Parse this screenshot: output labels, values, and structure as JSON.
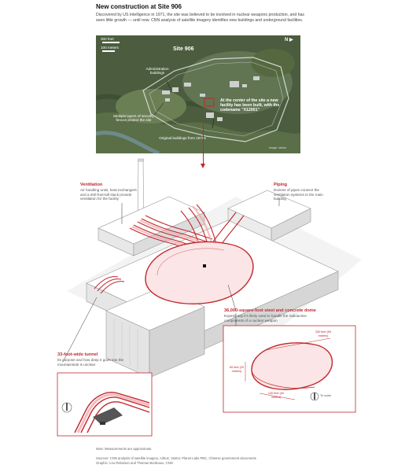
{
  "header": {
    "title": "New construction at Site 906",
    "intro": "Discovered by US intelligence in 1971, the site was believed to be involved in nuclear weapons production, and has seen little growth — until now. CNN analysis of satellite imagery identifies new buildings and underground facilities."
  },
  "satellite": {
    "scale_feet": "300 feet",
    "scale_meters": "100 meters",
    "north": "N",
    "site_label": "Site 906",
    "admin_label": "Administration buildings",
    "fences_label": "Multiple layers of security fences protect the site",
    "original_label": "Original buildings from 1970s",
    "center_label_prefix": "At the center of the site a new facility has been built, with the codename ",
    "codename": "\"X12001\"",
    "credit": "Image: Vantor"
  },
  "callouts": {
    "ventilation": {
      "heading": "Ventilation",
      "body": "Air handling units, heat exchangers and a 200-foot-tall stack provide ventilation for the facility"
    },
    "piping": {
      "heading": "Piping",
      "body": "Dozens of pipes connect the ventilation systems to the main building"
    },
    "dome": {
      "heading": "36,000-square-foot steel and concrete dome",
      "body": "Experts say it's likely used to handle the radioactive components of a nuclear weapon"
    },
    "tunnel": {
      "heading": "33-foot-wide tunnel",
      "body": "Its purpose and how deep it goes into the mountainside is unclear"
    }
  },
  "measurements": {
    "length": "330 feet (99 meters)",
    "height": "65 feet (20 meters)",
    "width": "130 feet (40 meters)",
    "to_scale": "To scale"
  },
  "footer": {
    "note": "Note: Measurements are approximate.",
    "sources": "Sources: CNN analysis of satellite imagery, Airbus, Vantor, Planet Labs PBC, Chinese government documents",
    "graphic": "Graphic: Lou Robinson and Thomas Bordeaux, CNN"
  },
  "colors": {
    "accent_red": "#c0272d",
    "pipe_pink": "#f4a7ab",
    "dome_fill": "#fbe5e6",
    "building_light": "#ffffff",
    "building_shadow": "#e4e4e4",
    "satellite_green": "#4b5d3e"
  }
}
